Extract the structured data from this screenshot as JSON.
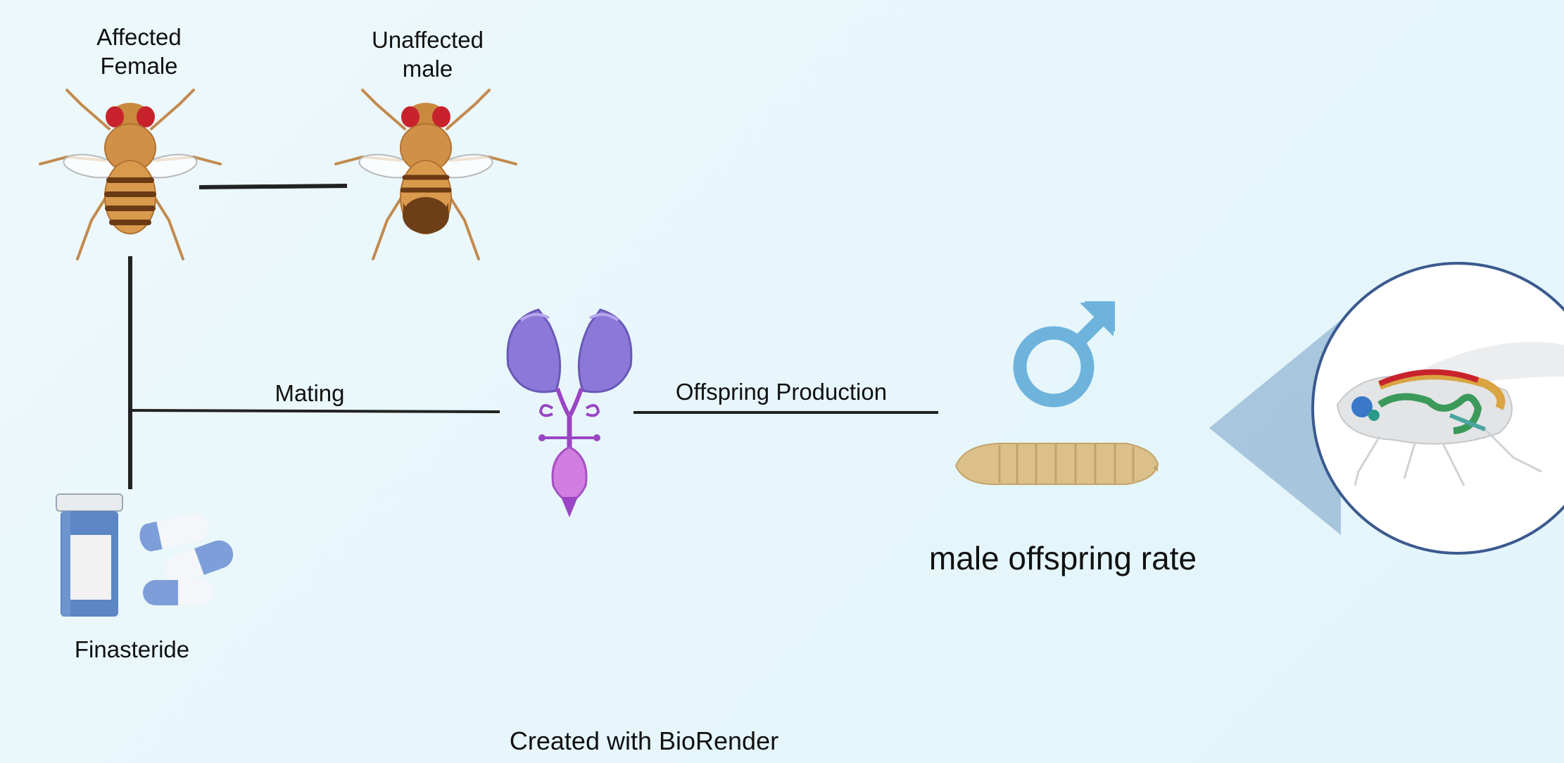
{
  "diagram": {
    "nodes": {
      "affected_female": {
        "label_line1": "Affected",
        "label_line2": "Female"
      },
      "unaffected_male": {
        "label_line1": "Unaffected",
        "label_line2": "male"
      },
      "drug": {
        "label": "Finasteride"
      },
      "outcome": {
        "label": "male offspring rate"
      }
    },
    "edges": {
      "mating": {
        "label": "Mating"
      },
      "offspring": {
        "label": "Offspring Production"
      }
    },
    "footer": {
      "credit": "Created with BioRender"
    }
  },
  "icons": {
    "female_fly": "fruit-fly-icon",
    "male_fly": "fruit-fly-icon",
    "pills": "pill-bottle-icon",
    "reproductive_organ": "ovary-icon",
    "male_symbol": "male-symbol-icon",
    "larva": "larva-icon",
    "anatomy_zoom": "fly-anatomy-icon"
  },
  "colors": {
    "fly_body": "#c98a3f",
    "fly_eye": "#c8232c",
    "organ": "#8b78d8",
    "male_symbol": "#6eb3db",
    "larva": "#dcc08a",
    "zoom_border": "#3b5a8e"
  }
}
